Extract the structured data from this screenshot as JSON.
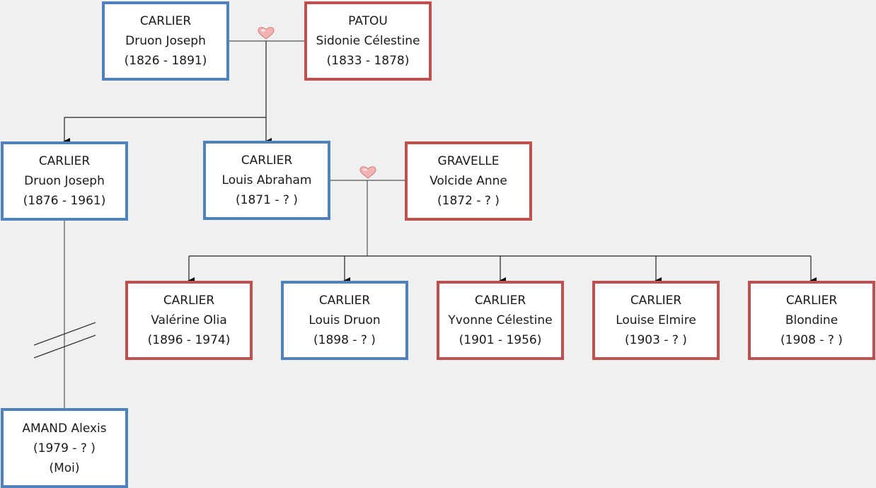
{
  "people": {
    "druon_joseph_1826": {
      "surname": "CARLIER",
      "given": "Druon Joseph",
      "years": "(1826 - 1891)",
      "sex": "male"
    },
    "sidonie_celestine": {
      "surname": "PATOU",
      "given": "Sidonie Célestine",
      "years": "(1833 - 1878)",
      "sex": "female"
    },
    "druon_joseph_1876": {
      "surname": "CARLIER",
      "given": "Druon Joseph",
      "years": "(1876 - 1961)",
      "sex": "male"
    },
    "louis_abraham": {
      "surname": "CARLIER",
      "given": "Louis Abraham",
      "years": "(1871 - ? )",
      "sex": "male"
    },
    "volcide_anne": {
      "surname": "GRAVELLE",
      "given": "Volcide Anne",
      "years": "(1872 - ? )",
      "sex": "female"
    },
    "valerine_olia": {
      "surname": "CARLIER",
      "given": "Valérine Olia",
      "years": "(1896 - 1974)",
      "sex": "female"
    },
    "louis_druon": {
      "surname": "CARLIER",
      "given": "Louis Druon",
      "years": "(1898 - ? )",
      "sex": "male"
    },
    "yvonne_celestine": {
      "surname": "CARLIER",
      "given": "Yvonne Célestine",
      "years": "(1901 - 1956)",
      "sex": "female"
    },
    "louise_elmire": {
      "surname": "CARLIER",
      "given": "Louise Elmire",
      "years": "(1903 - ? )",
      "sex": "female"
    },
    "blondine": {
      "surname": "CARLIER",
      "given": "Blondine",
      "years": "(1908 - ? )",
      "sex": "female"
    },
    "amand_alexis": {
      "line1": "AMAND Alexis",
      "years": "(1979 - ? )",
      "note": "(Moi)",
      "sex": "male"
    }
  },
  "colors": {
    "male_border": "#4f81bd",
    "female_border": "#c0504d",
    "background": "#f0f0f0",
    "box_fill": "#ffffff",
    "line": "#555555",
    "arrow": "#000000",
    "heart": "#f2a7a7"
  },
  "icons": {
    "marriage": "heart-icon",
    "generation_gap": "double-slash-break-icon"
  }
}
